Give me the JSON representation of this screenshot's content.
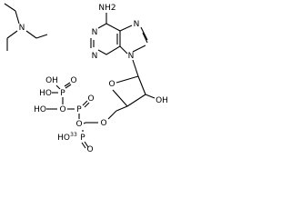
{
  "amine": {
    "n": "N"
  },
  "adenine": {
    "amine": "NH2",
    "ring_n": "N"
  },
  "sugar": {
    "ring_o": "O",
    "hydroxyl": "OH",
    "ester_o": "O"
  },
  "phosphate": {
    "oh": "OH",
    "ho": "HO",
    "p": "P",
    "o": "O",
    "oxo": "O",
    "isotope_mass": "33",
    "ho_p": "HO",
    "p_isotope": "P"
  },
  "colors": {
    "ink": "#000000",
    "background": "#ffffff"
  }
}
